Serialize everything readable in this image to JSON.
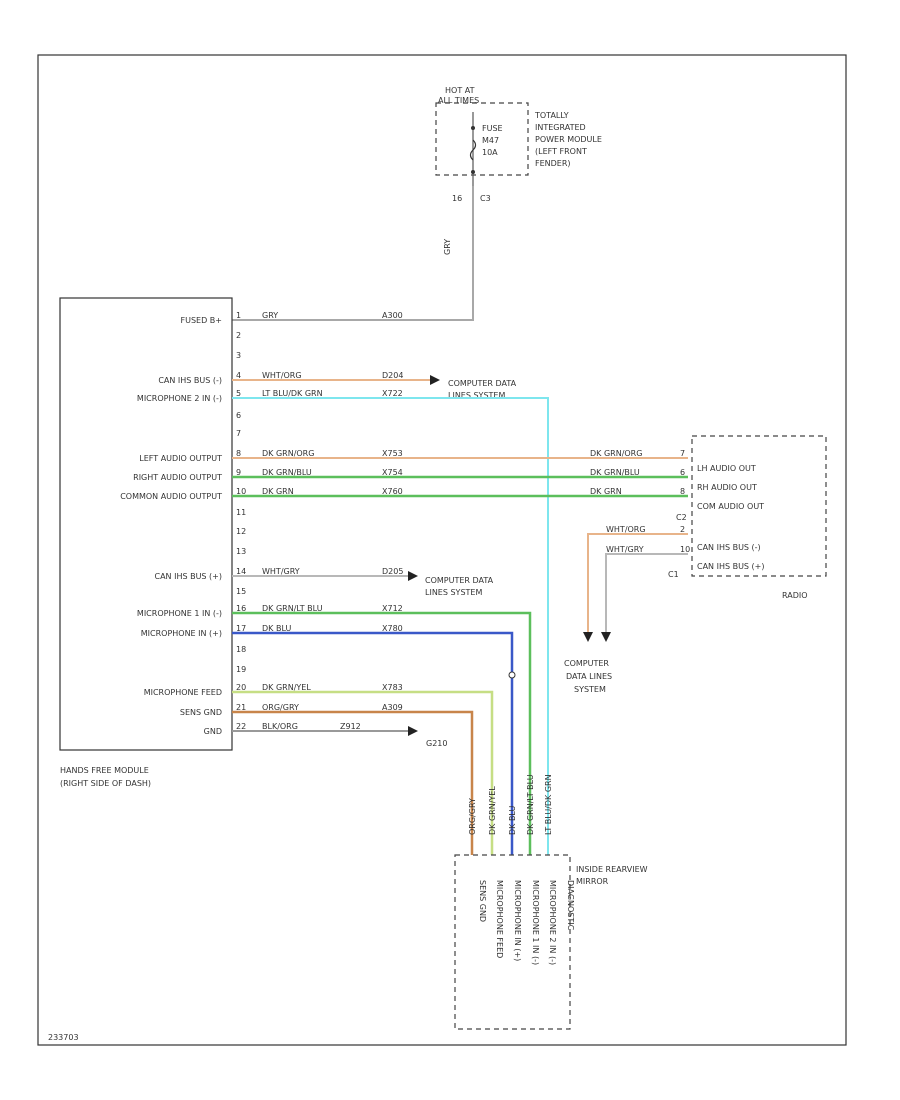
{
  "fuse_block": {
    "title": [
      "HOT AT",
      "ALL TIMES"
    ],
    "fuse_lines": [
      "FUSE",
      "M47",
      "10A"
    ],
    "module_label": [
      "TOTALLY",
      "INTEGRATED",
      "POWER MODULE",
      "(LEFT FRONT",
      "FENDER)"
    ],
    "pin": "16",
    "connector": "C3"
  },
  "feed_wire": {
    "color": "GRY"
  },
  "hands_free_module": {
    "label": [
      "HANDS FREE MODULE",
      "(RIGHT SIDE OF DASH)"
    ],
    "pin_labels": [
      {
        "label": "FUSED B+",
        "pin": "1",
        "color": "GRY",
        "circuit": "A300"
      },
      {
        "label": "",
        "pin": "2",
        "color": "",
        "circuit": ""
      },
      {
        "label": "",
        "pin": "3",
        "color": "",
        "circuit": ""
      },
      {
        "label": "CAN IHS BUS (-)",
        "pin": "4",
        "color": "WHT/ORG",
        "circuit": "D204"
      },
      {
        "label": "MICROPHONE 2 IN (-)",
        "pin": "5",
        "color": "LT BLU/DK GRN",
        "circuit": "X722"
      },
      {
        "label": "",
        "pin": "6",
        "color": "",
        "circuit": ""
      },
      {
        "label": "",
        "pin": "7",
        "color": "",
        "circuit": ""
      },
      {
        "label": "LEFT AUDIO OUTPUT",
        "pin": "8",
        "color": "DK GRN/ORG",
        "circuit": "X753"
      },
      {
        "label": "RIGHT AUDIO OUTPUT",
        "pin": "9",
        "color": "DK GRN/BLU",
        "circuit": "X754"
      },
      {
        "label": "COMMON AUDIO OUTPUT",
        "pin": "10",
        "color": "DK GRN",
        "circuit": "X760"
      },
      {
        "label": "",
        "pin": "11",
        "color": "",
        "circuit": ""
      },
      {
        "label": "",
        "pin": "12",
        "color": "",
        "circuit": ""
      },
      {
        "label": "",
        "pin": "13",
        "color": "",
        "circuit": ""
      },
      {
        "label": "CAN IHS BUS (+)",
        "pin": "14",
        "color": "WHT/GRY",
        "circuit": "D205"
      },
      {
        "label": "",
        "pin": "15",
        "color": "",
        "circuit": ""
      },
      {
        "label": "MICROPHONE 1 IN (-)",
        "pin": "16",
        "color": "DK GRN/LT BLU",
        "circuit": "X712"
      },
      {
        "label": "MICROPHONE IN (+)",
        "pin": "17",
        "color": "DK BLU",
        "circuit": "X780"
      },
      {
        "label": "",
        "pin": "18",
        "color": "",
        "circuit": ""
      },
      {
        "label": "",
        "pin": "19",
        "color": "",
        "circuit": ""
      },
      {
        "label": "MICROPHONE FEED",
        "pin": "20",
        "color": "DK GRN/YEL",
        "circuit": "X783"
      },
      {
        "label": "SENS GND",
        "pin": "21",
        "color": "ORG/GRY",
        "circuit": "A309"
      },
      {
        "label": "GND",
        "pin": "22",
        "color": "BLK/ORG",
        "circuit": "Z912"
      }
    ]
  },
  "computer_data_lines": {
    "upper": [
      "COMPUTER DATA",
      "LINES SYSTEM"
    ],
    "lower": [
      "COMPUTER DATA",
      "LINES SYSTEM"
    ],
    "bottom": [
      "COMPUTER",
      "DATA LINES",
      "SYSTEM"
    ]
  },
  "ground_label": "G210",
  "radio": {
    "label": "RADIO",
    "pins": [
      {
        "label": "LH AUDIO OUT",
        "pin": "7",
        "color": "DK GRN/ORG"
      },
      {
        "label": "RH AUDIO OUT",
        "pin": "6",
        "color": "DK GRN/BLU"
      },
      {
        "label": "COM AUDIO OUT",
        "pin": "8",
        "color": "DK GRN"
      },
      {
        "label": "CAN IHS BUS (-)",
        "pin": "2",
        "color": "WHT/ORG"
      },
      {
        "label": "CAN IHS BUS (+)",
        "pin": "10",
        "color": "WHT/GRY"
      }
    ],
    "connector_upper": "C2",
    "connector_lower": "C1"
  },
  "mirror": {
    "label": [
      "INSIDE REARVIEW",
      "MIRROR"
    ],
    "pin_labels": [
      "SENS GND",
      "MICROPHONE FEED",
      "MICROPHONE IN (+)",
      "MICROPHONE 1 IN (-)",
      "MICROPHONE 2 IN (-)",
      "",
      "DIAGNOSTIC"
    ],
    "wire_colors": [
      "ORG/GRY",
      "DK GRN/YEL",
      "DK BLU",
      "DK GRN/LT BLU",
      "LT BLU/DK GRN"
    ]
  },
  "footer_code": "233703",
  "colors": {
    "gray": "#a8a8a8",
    "orange_tan": "#e8b48a",
    "green": "#5cbf5c",
    "cyan": "#7ee6ee",
    "blue": "#3a58c8",
    "yellow_green": "#c6de84",
    "brown_orange": "#c8854a"
  }
}
